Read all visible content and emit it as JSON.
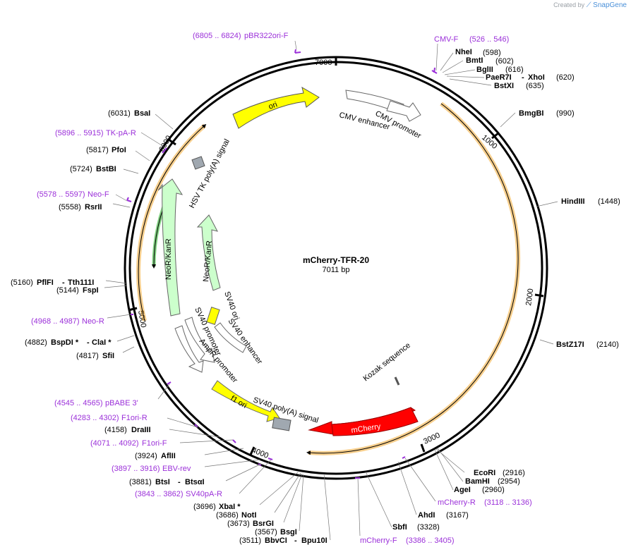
{
  "credit": {
    "prefix": "Created by",
    "brand": "SnapGene"
  },
  "plasmid": {
    "name": "mCherry-TFR-20",
    "length": "7011 bp",
    "total_bp": 7011
  },
  "colors": {
    "purple": "#9b30d9",
    "orange": "#f0a830",
    "yellow": "#ffff00",
    "green": "#ccffcc",
    "red": "#ff0000",
    "gray": "#a0a8b0"
  },
  "ticks": [
    "1000",
    "2000",
    "3000",
    "4000",
    "5000",
    "6000",
    "7000"
  ],
  "sites": [
    {
      "name": "NheI",
      "pos": "(598)"
    },
    {
      "name": "BmtI",
      "pos": "(602)"
    },
    {
      "name": "BglII",
      "pos": "(616)"
    },
    {
      "name": "PaeR7I",
      "name2": "XhoI",
      "pos": "(620)"
    },
    {
      "name": "BstXI",
      "pos": "(635)"
    },
    {
      "name": "BmgBI",
      "pos": "(990)"
    },
    {
      "name": "HindIII",
      "pos": "(1448)"
    },
    {
      "name": "BstZ17I",
      "pos": "(2140)"
    },
    {
      "name": "EcoRI",
      "pos": "(2916)"
    },
    {
      "name": "BamHI",
      "pos": "(2954)"
    },
    {
      "name": "AgeI",
      "pos": "(2960)"
    },
    {
      "name": "AhdI",
      "pos": "(3167)"
    },
    {
      "name": "SbfI",
      "pos": "(3328)"
    },
    {
      "name": "BbvCI",
      "name2": "Bpu10I",
      "pos": "(3511)"
    },
    {
      "name": "BsgI",
      "pos": "(3567)"
    },
    {
      "name": "BsrGI",
      "pos": "(3673)"
    },
    {
      "name": "NotI",
      "pos": "(3686)"
    },
    {
      "name": "XbaI *",
      "pos": "(3696)"
    },
    {
      "name": "BtsI",
      "name2": "BtsαI",
      "pos": "(3881)"
    },
    {
      "name": "AflII",
      "pos": "(3924)"
    },
    {
      "name": "DraIII",
      "pos": "(4158)"
    },
    {
      "name": "SfiI",
      "pos": "(4817)"
    },
    {
      "name": "BspDI *",
      "name2": "ClaI *",
      "pos": "(4882)"
    },
    {
      "name": "FspI",
      "pos": "(5144)"
    },
    {
      "name": "PflFI",
      "name2": "Tth111I",
      "pos": "(5160)"
    },
    {
      "name": "RsrII",
      "pos": "(5558)"
    },
    {
      "name": "BstBI",
      "pos": "(5724)"
    },
    {
      "name": "PfoI",
      "pos": "(5817)"
    },
    {
      "name": "BsaI",
      "pos": "(6031)"
    }
  ],
  "primers": [
    {
      "name": "pBR322ori-F",
      "range": "(6805 .. 6824)"
    },
    {
      "name": "CMV-F",
      "range": "(526 .. 546)"
    },
    {
      "name": "TK-pA-R",
      "range": "(5896 .. 5915)"
    },
    {
      "name": "Neo-F",
      "range": "(5578 .. 5597)"
    },
    {
      "name": "Neo-R",
      "range": "(4968 .. 4987)"
    },
    {
      "name": "pBABE 3'",
      "range": "(4545 .. 4565)"
    },
    {
      "name": "F1ori-R",
      "range": "(4283 .. 4302)"
    },
    {
      "name": "F1ori-F",
      "range": "(4071 .. 4092)"
    },
    {
      "name": "EBV-rev",
      "range": "(3897 .. 3916)"
    },
    {
      "name": "SV40pA-R",
      "range": "(3843 .. 3862)"
    },
    {
      "name": "mCherry-R",
      "range": "(3118 .. 3136)"
    },
    {
      "name": "mCherry-F",
      "range": "(3386 .. 3405)"
    }
  ],
  "features": {
    "ori": "ori",
    "cmv_enhancer": "CMV enhancer",
    "cmv_promoter": "CMV promoter",
    "hsv_polya": "HSV TK poly(A) signal",
    "neor_outer": "NeoR/KanR",
    "neor_inner": "NeoR/KanR",
    "sv40_ori": "SV40 ori",
    "sv40_enhancer": "SV40 enhancer",
    "sv40_promoter": "SV40 promoter",
    "ampr_promoter": "AmpR promoter",
    "f1_ori": "f1 ori",
    "sv40_polya": "SV40 poly(A) signal",
    "mcherry": "mCherry",
    "kozak": "Kozak sequence"
  }
}
